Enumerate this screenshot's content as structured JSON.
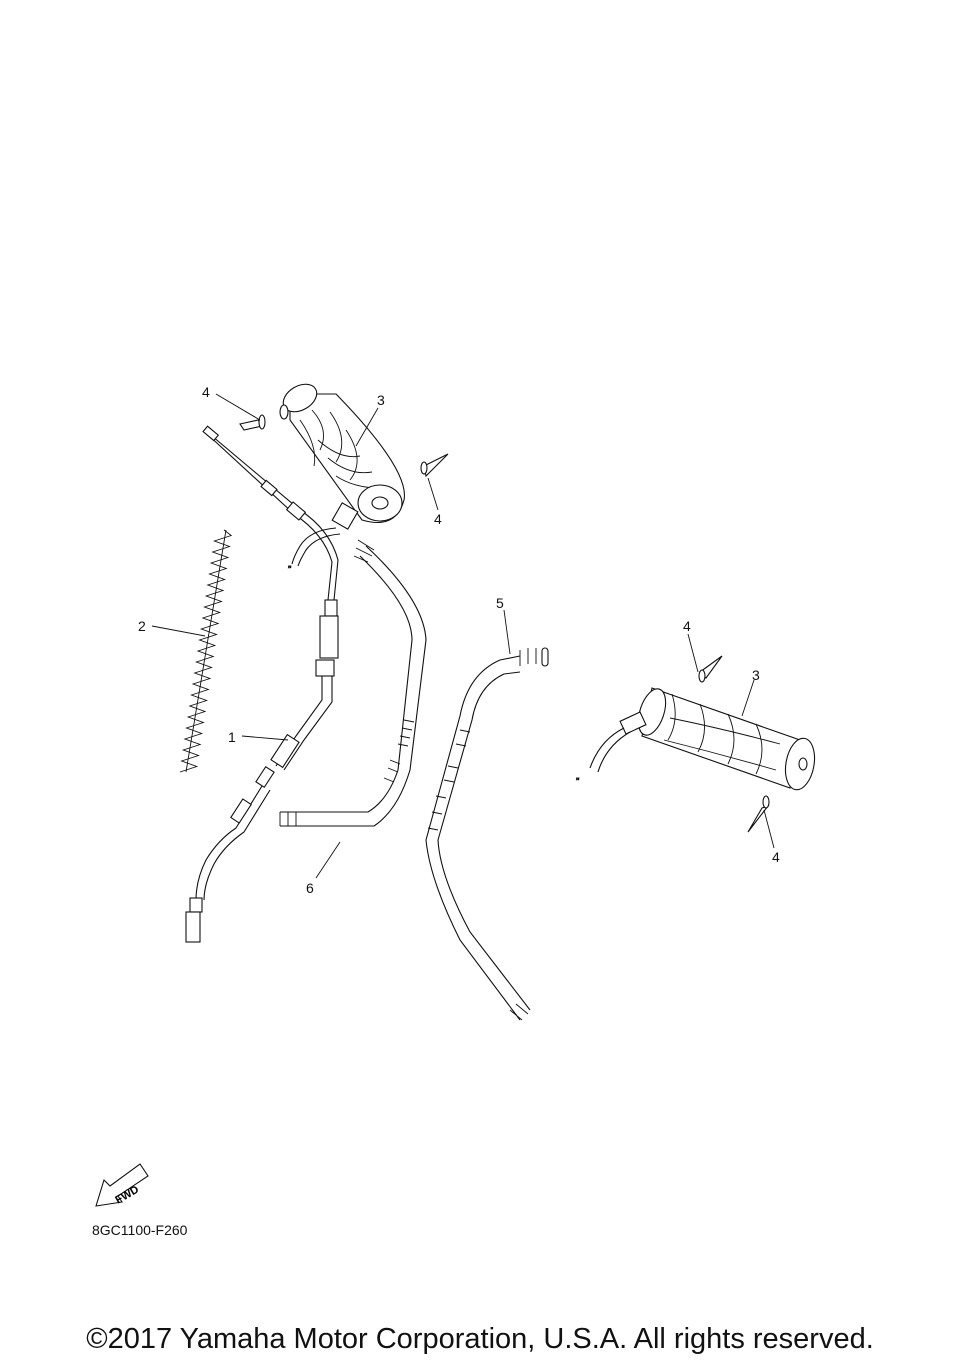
{
  "callouts": {
    "c1": "1",
    "c2": "2",
    "c3a": "3",
    "c3b": "3",
    "c4a": "4",
    "c4b": "4",
    "c4c": "4",
    "c4d": "4",
    "c5": "5",
    "c6": "6"
  },
  "fwd_label": "FWD",
  "diagram_code": "8GC1100-F260",
  "copyright": "©2017 Yamaha Motor Corporation, U.S.A. All rights reserved."
}
